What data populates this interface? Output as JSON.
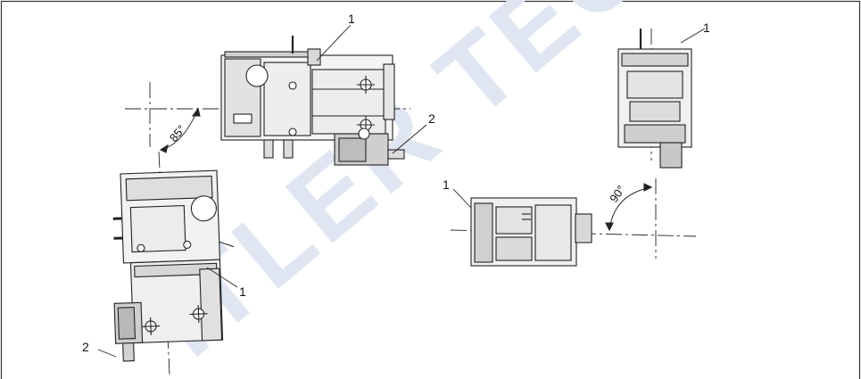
{
  "figure": {
    "watermark": "ITLER TEC",
    "labels": {
      "top_center_1": "1",
      "top_center_2": "2",
      "left_1": "1",
      "left_2": "2",
      "right_top_1": "1",
      "right_bottom_1": "1"
    },
    "angles": {
      "left": "85°",
      "right": "90°"
    }
  }
}
